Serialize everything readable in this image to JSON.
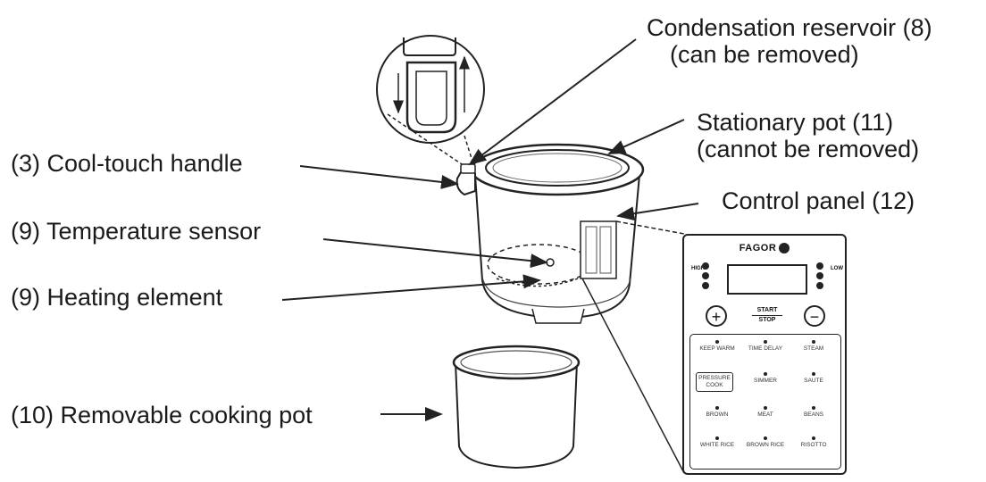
{
  "labels": {
    "condensation_line1": "Condensation reservoir (8)",
    "condensation_line2": "(can be removed)",
    "stationary_line1": "Stationary pot (11)",
    "stationary_line2": "(cannot be removed)",
    "handle": "(3) Cool-touch handle",
    "control_panel": "Control panel (12)",
    "temperature_sensor": "(9) Temperature sensor",
    "heating_element": "(9) Heating element",
    "removable_pot": "(10) Removable cooking pot"
  },
  "panel": {
    "brand": "FAGOR",
    "high": "HIGH",
    "low": "LOW",
    "plus": "+",
    "minus": "−",
    "start": "START",
    "stop": "STOP",
    "programs": [
      "KEEP WARM",
      "TIME DELAY",
      "STEAM",
      "PRESSURE COOK",
      "SIMMER",
      "SAUTE",
      "BROWN",
      "MEAT",
      "BEANS",
      "WHITE RICE",
      "BROWN RICE",
      "RISOTTO"
    ]
  }
}
